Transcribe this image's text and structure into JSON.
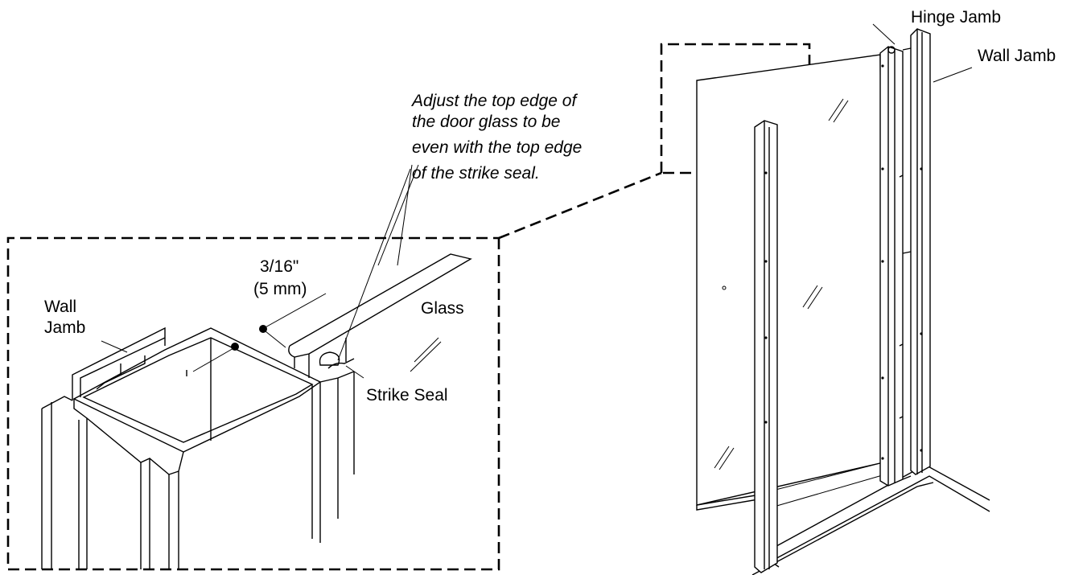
{
  "labels": {
    "hinge_jamb": "Hinge Jamb",
    "wall_jamb_right": "Wall Jamb",
    "wall_jamb_left_line1": "Wall",
    "wall_jamb_left_line2": "Jamb",
    "glass": "Glass",
    "strike_seal": "Strike Seal",
    "dimension_line1": "3/16\"",
    "dimension_line2": "(5 mm)"
  },
  "instruction": {
    "line1": "Adjust the top edge of",
    "line2": "the door glass to be",
    "line3": "even with the top edge",
    "line4": "of the strike seal."
  }
}
